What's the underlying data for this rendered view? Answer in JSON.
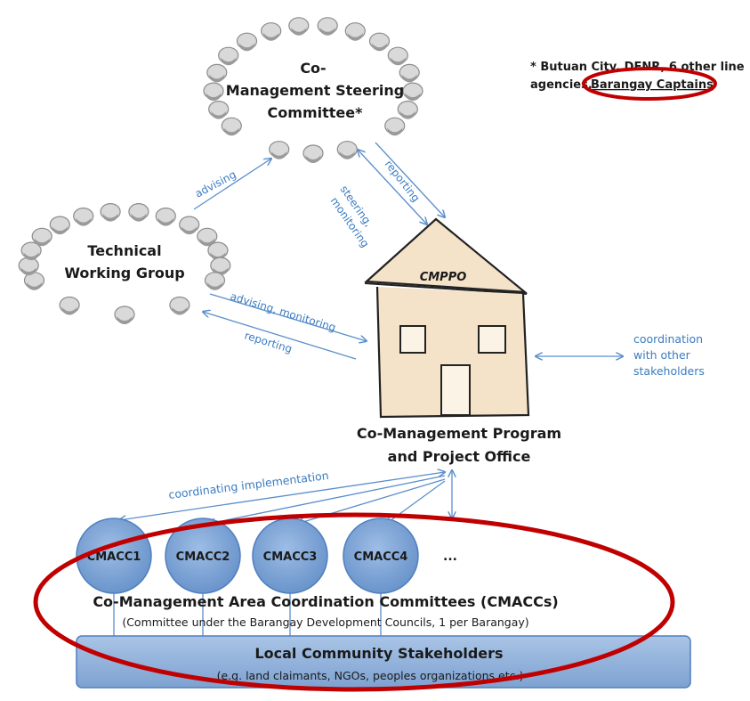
{
  "footnote": {
    "line1": "* Butuan City, DENR, 6 other line",
    "line2_prefix": "agencies,",
    "line2_highlight": "Barangay Captains"
  },
  "steering_committee": {
    "line1": "Co-",
    "line2": "Management Steering",
    "line3": "Committee*"
  },
  "technical_group": {
    "line1": "Technical",
    "line2": "Working Group"
  },
  "office": {
    "roof_label": "CMPPO",
    "caption_line1": "Co-Management Program",
    "caption_line2": "and Project Office"
  },
  "flows": {
    "advising": "advising",
    "reporting_sc": "reporting",
    "steering_line1": "steering,",
    "steering_line2": "monitoring",
    "advising_monitoring": "advising, monitoring",
    "reporting_twg": "reporting",
    "coordination_line1": "coordination",
    "coordination_line2": "with other",
    "coordination_line3": "stakeholders",
    "coordinating_implementation": "coordinating implementation"
  },
  "cmaccs": {
    "circles": [
      "CMACC1",
      "CMACC2",
      "CMACC3",
      "CMACC4"
    ],
    "ellipsis": "...",
    "title": "Co-Management Area Coordination Committees (CMACCs)",
    "subtitle": "(Committee under the Barangay Development Councils, 1 per Barangay)"
  },
  "stakeholders": {
    "title": "Local Community Stakeholders",
    "subtitle": "(e.g. land claimants, NGOs, peoples organizations etc.)"
  },
  "colors": {
    "arrow_blue": "#5b8fcc",
    "circle_fill": "#7aa3d6",
    "circle_stroke": "#4f7fbf",
    "box_fill": "#8fb1dc",
    "highlight_red": "#c00000"
  }
}
